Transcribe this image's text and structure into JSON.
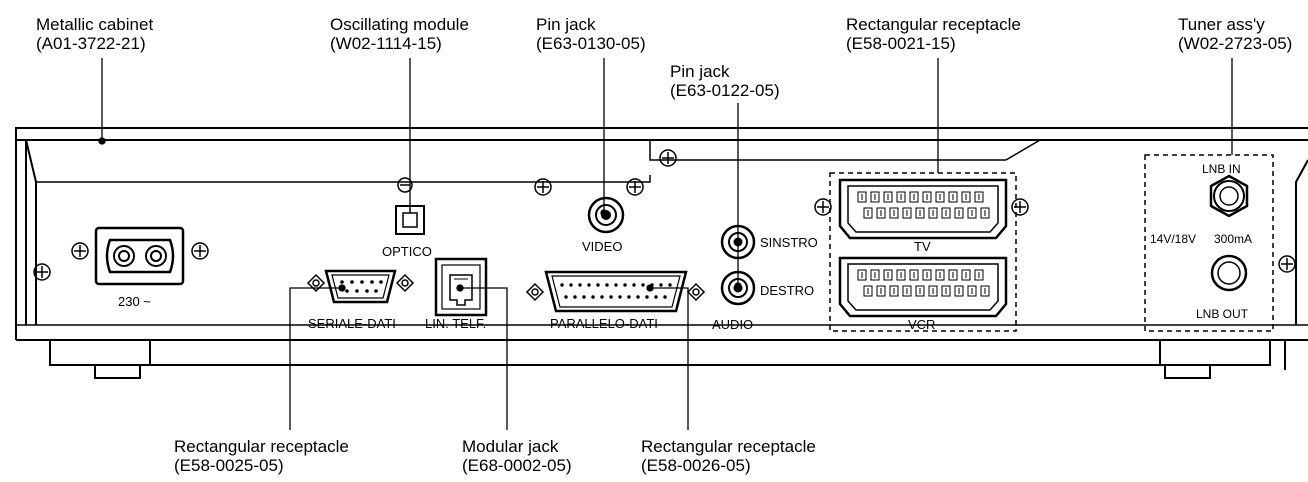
{
  "callouts": {
    "metallic_cabinet": {
      "name": "Metallic cabinet",
      "part": "(A01-3722-21)"
    },
    "oscillating_module": {
      "name": "Oscillating module",
      "part": "(W02-1114-15)"
    },
    "pin_jack_video": {
      "name": "Pin jack",
      "part": "(E63-0130-05)"
    },
    "pin_jack_audio": {
      "name": "Pin jack",
      "part": "(E63-0122-05)"
    },
    "rect_receptacle_scart": {
      "name": "Rectangular receptacle",
      "part": "(E58-0021-15)"
    },
    "tuner": {
      "name": "Tuner ass'y",
      "part": "(W02-2723-05)"
    },
    "rect_receptacle_serial": {
      "name": "Rectangular receptacle",
      "part": "(E58-0025-05)"
    },
    "modular_jack": {
      "name": "Modular jack",
      "part": "(E68-0002-05)"
    },
    "rect_receptacle_parallel": {
      "name": "Rectangular receptacle",
      "part": "(E58-0026-05)"
    }
  },
  "panel_labels": {
    "power": "230 ~",
    "optico": "OPTICO",
    "video": "VIDEO",
    "sinstro": "SINSTRO",
    "destro": "DESTRO",
    "audio": "AUDIO",
    "seriale": "SERIALE-DATI",
    "lin_telf": "LIN. TELF.",
    "parallelo": "PARALLELO-DATI",
    "tv": "TV",
    "vcr": "VCR",
    "lnb_in": "LNB IN",
    "voltage": "14V/18V",
    "current": "300mA",
    "lnb_out": "LNB OUT"
  }
}
